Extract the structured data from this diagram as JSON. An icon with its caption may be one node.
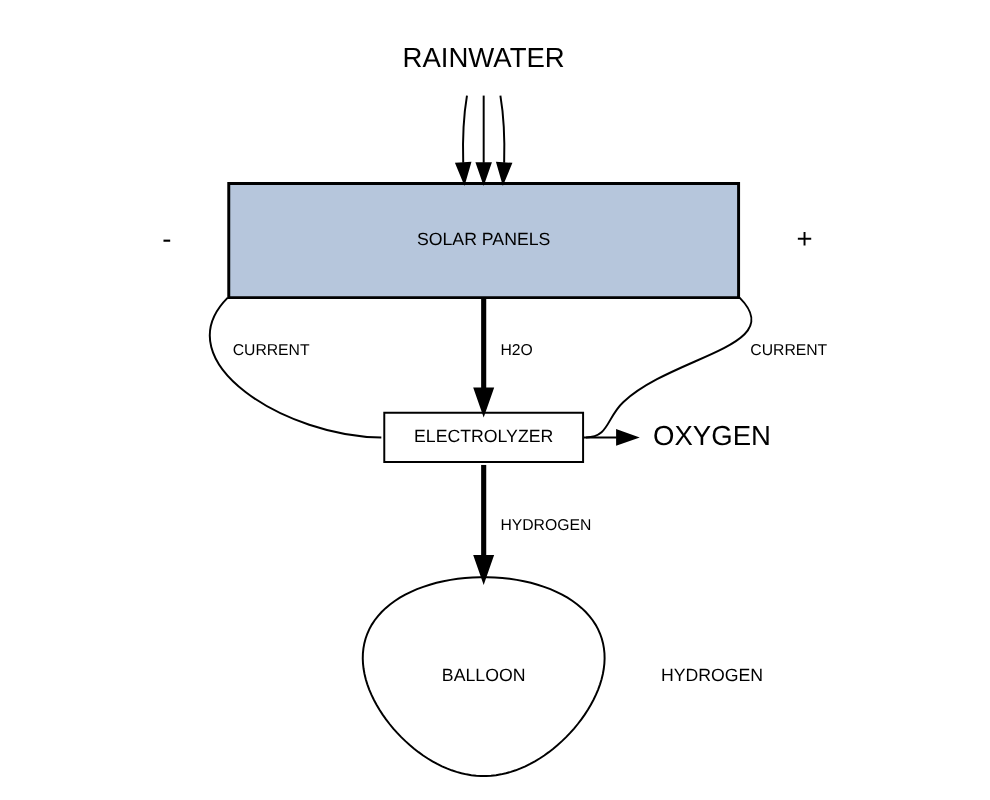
{
  "diagram": {
    "nodes": [
      {
        "text": [
          "RAINWATER"
        ]
      },
      {
        "text": [
          "SOLAR PANELS"
        ]
      },
      {
        "text": [
          "ELECTROLYZER"
        ]
      },
      {
        "text": [
          "OXYGEN"
        ]
      },
      {
        "text": [
          "BALLOON"
        ]
      }
    ],
    "edges": [
      {
        "from": 0,
        "to": 1,
        "arrow": "to"
      },
      {
        "from": 0,
        "to": 1,
        "arrow": "to"
      },
      {
        "from": 0,
        "to": 1,
        "arrow": "to"
      },
      {
        "from": 1,
        "to": 2,
        "arrow": "to",
        "label": "H2O",
        "style": "thick"
      },
      {
        "from": 1,
        "to": 2,
        "arrow": "none",
        "label": "CURRENT"
      },
      {
        "from": 1,
        "to": 2,
        "arrow": "none",
        "label": "CURRENT"
      },
      {
        "from": 2,
        "to": 3,
        "arrow": "to"
      },
      {
        "from": 2,
        "to": 4,
        "arrow": "to",
        "label": "HYDROGEN",
        "style": "thick"
      }
    ],
    "labels": [
      "-",
      "+",
      "HYDROGEN"
    ]
  }
}
